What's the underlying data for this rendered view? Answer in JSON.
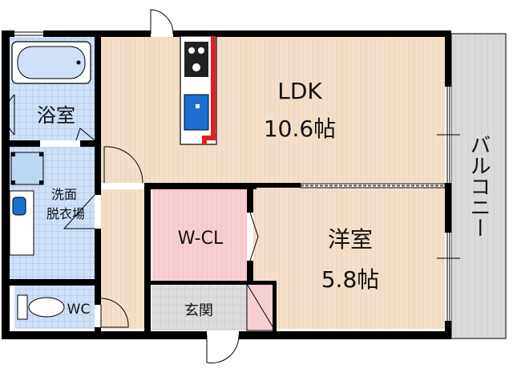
{
  "rooms": {
    "ldk": {
      "name": "LDK",
      "size": "10.6帖"
    },
    "western": {
      "name": "洋室",
      "size": "5.8帖"
    },
    "wcl": {
      "name": "W-CL"
    },
    "entrance": {
      "name": "玄関"
    },
    "bath": {
      "name": "浴室"
    },
    "washroom": {
      "line1": "洗面",
      "line2": "脱衣場"
    },
    "toilet": {
      "name": "WC"
    },
    "balcony": {
      "name": "バルコニー"
    }
  },
  "colors": {
    "ldk_floor": "#f3dfc9",
    "western_floor": "#f3dfc9",
    "wcl_floor": "#f6cfd3",
    "entrance_floor": "#dcdcdc",
    "tile_floor": "#cfe0f7",
    "balcony_floor": "#dadada",
    "kitchen_accent": "#e02020",
    "sink_blue": "#1a6fd0",
    "wall": "#000000"
  }
}
